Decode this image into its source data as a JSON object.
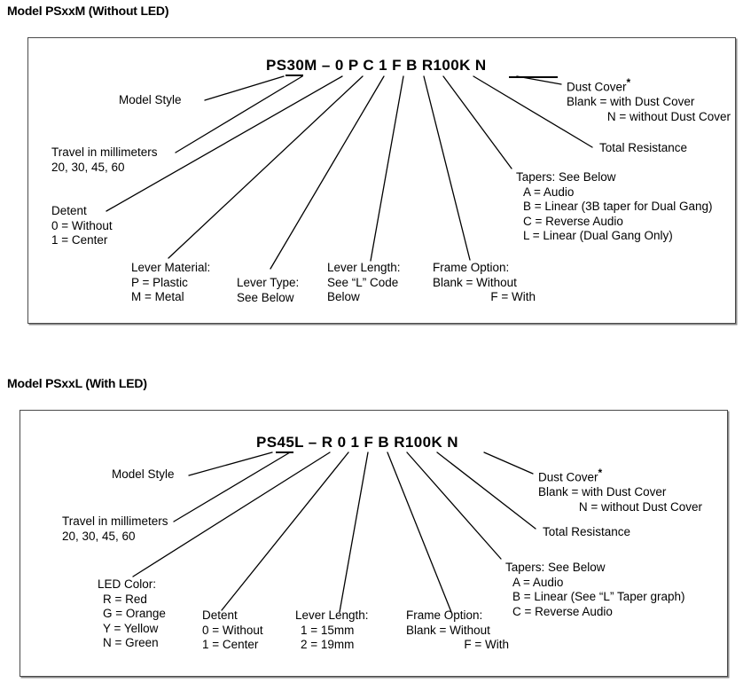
{
  "page": {
    "background": "#ffffff",
    "box_border_color": "#4a4a4a",
    "line_color": "#000000"
  },
  "sections": [
    {
      "id": "psxxm",
      "title": "Model PSxxM (Without LED)",
      "part_number": "PS30M – 0 P C 1 F B R100K N",
      "callouts": {
        "model_style": "Model Style",
        "travel_title": "Travel in millimeters",
        "travel_values": "20, 30, 45, 60",
        "detent_title": "Detent",
        "detent_0": "0 = Without",
        "detent_1": "1 = Center",
        "lever_material_title": "Lever Material:",
        "lever_material_p": "P = Plastic",
        "lever_material_m": "M = Metal",
        "lever_type_title": "Lever Type:",
        "lever_type_value": "See Below",
        "lever_length_title": "Lever Length:",
        "lever_length_l1": "See “L” Code",
        "lever_length_l2": "Below",
        "frame_option_title": "Frame Option:",
        "frame_option_blank": "Blank = Without",
        "frame_option_f": "F = With",
        "tapers_title": "Tapers: See Below",
        "tapers_a": "A = Audio",
        "tapers_b": "B = Linear (3B taper for Dual Gang)",
        "tapers_c": "C = Reverse Audio",
        "tapers_l": "L = Linear (Dual Gang Only)",
        "total_resistance": "Total Resistance",
        "dust_cover_title": "Dust Cover",
        "dust_cover_asterisk": "*",
        "dust_cover_blank": "Blank = with Dust Cover",
        "dust_cover_n": "N = without Dust Cover"
      }
    },
    {
      "id": "psxxl",
      "title": "Model PSxxL (With LED)",
      "part_number": "PS45L – R 0 1 F B R100K N",
      "callouts": {
        "model_style": "Model Style",
        "travel_title": "Travel in millimeters",
        "travel_values": "20, 30, 45, 60",
        "led_color_title": "LED Color:",
        "led_color_r": "R = Red",
        "led_color_g": "G = Orange",
        "led_color_y": "Y = Yellow",
        "led_color_n": "N = Green",
        "detent_title": "Detent",
        "detent_0": "0 = Without",
        "detent_1": "1 = Center",
        "lever_length_title": "Lever Length:",
        "lever_length_1": "1 = 15mm",
        "lever_length_2": "2 = 19mm",
        "frame_option_title": "Frame Option:",
        "frame_option_blank": "Blank = Without",
        "frame_option_f": "F = With",
        "tapers_title": "Tapers: See Below",
        "tapers_a": "A = Audio",
        "tapers_b": "B = Linear (See “L” Taper graph)",
        "tapers_c": "C = Reverse Audio",
        "total_resistance": "Total Resistance",
        "dust_cover_title": "Dust Cover",
        "dust_cover_asterisk": "*",
        "dust_cover_blank": "Blank = with Dust Cover",
        "dust_cover_n": "N = without Dust Cover"
      }
    }
  ]
}
